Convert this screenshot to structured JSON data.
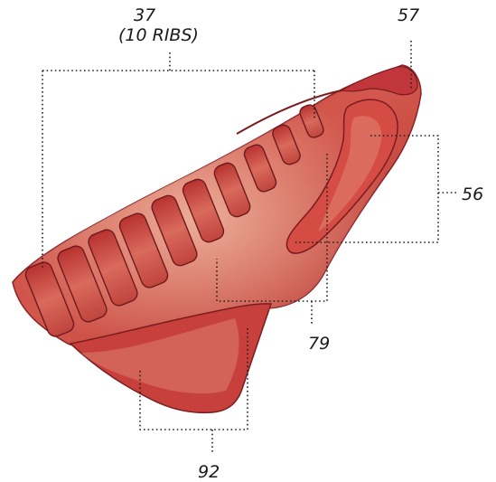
{
  "labels": {
    "cut_37": "37",
    "cut_37_note": "(10 RIBS)",
    "cut_57": "57",
    "cut_56": "56",
    "cut_79": "79",
    "cut_92": "92"
  },
  "colors": {
    "meat_dark": "#b02a2c",
    "meat_mid": "#cc4b44",
    "meat_light": "#e8a08c",
    "fat": "#f0c7b4",
    "outline": "#6e1a1e",
    "leader": "#222222"
  }
}
